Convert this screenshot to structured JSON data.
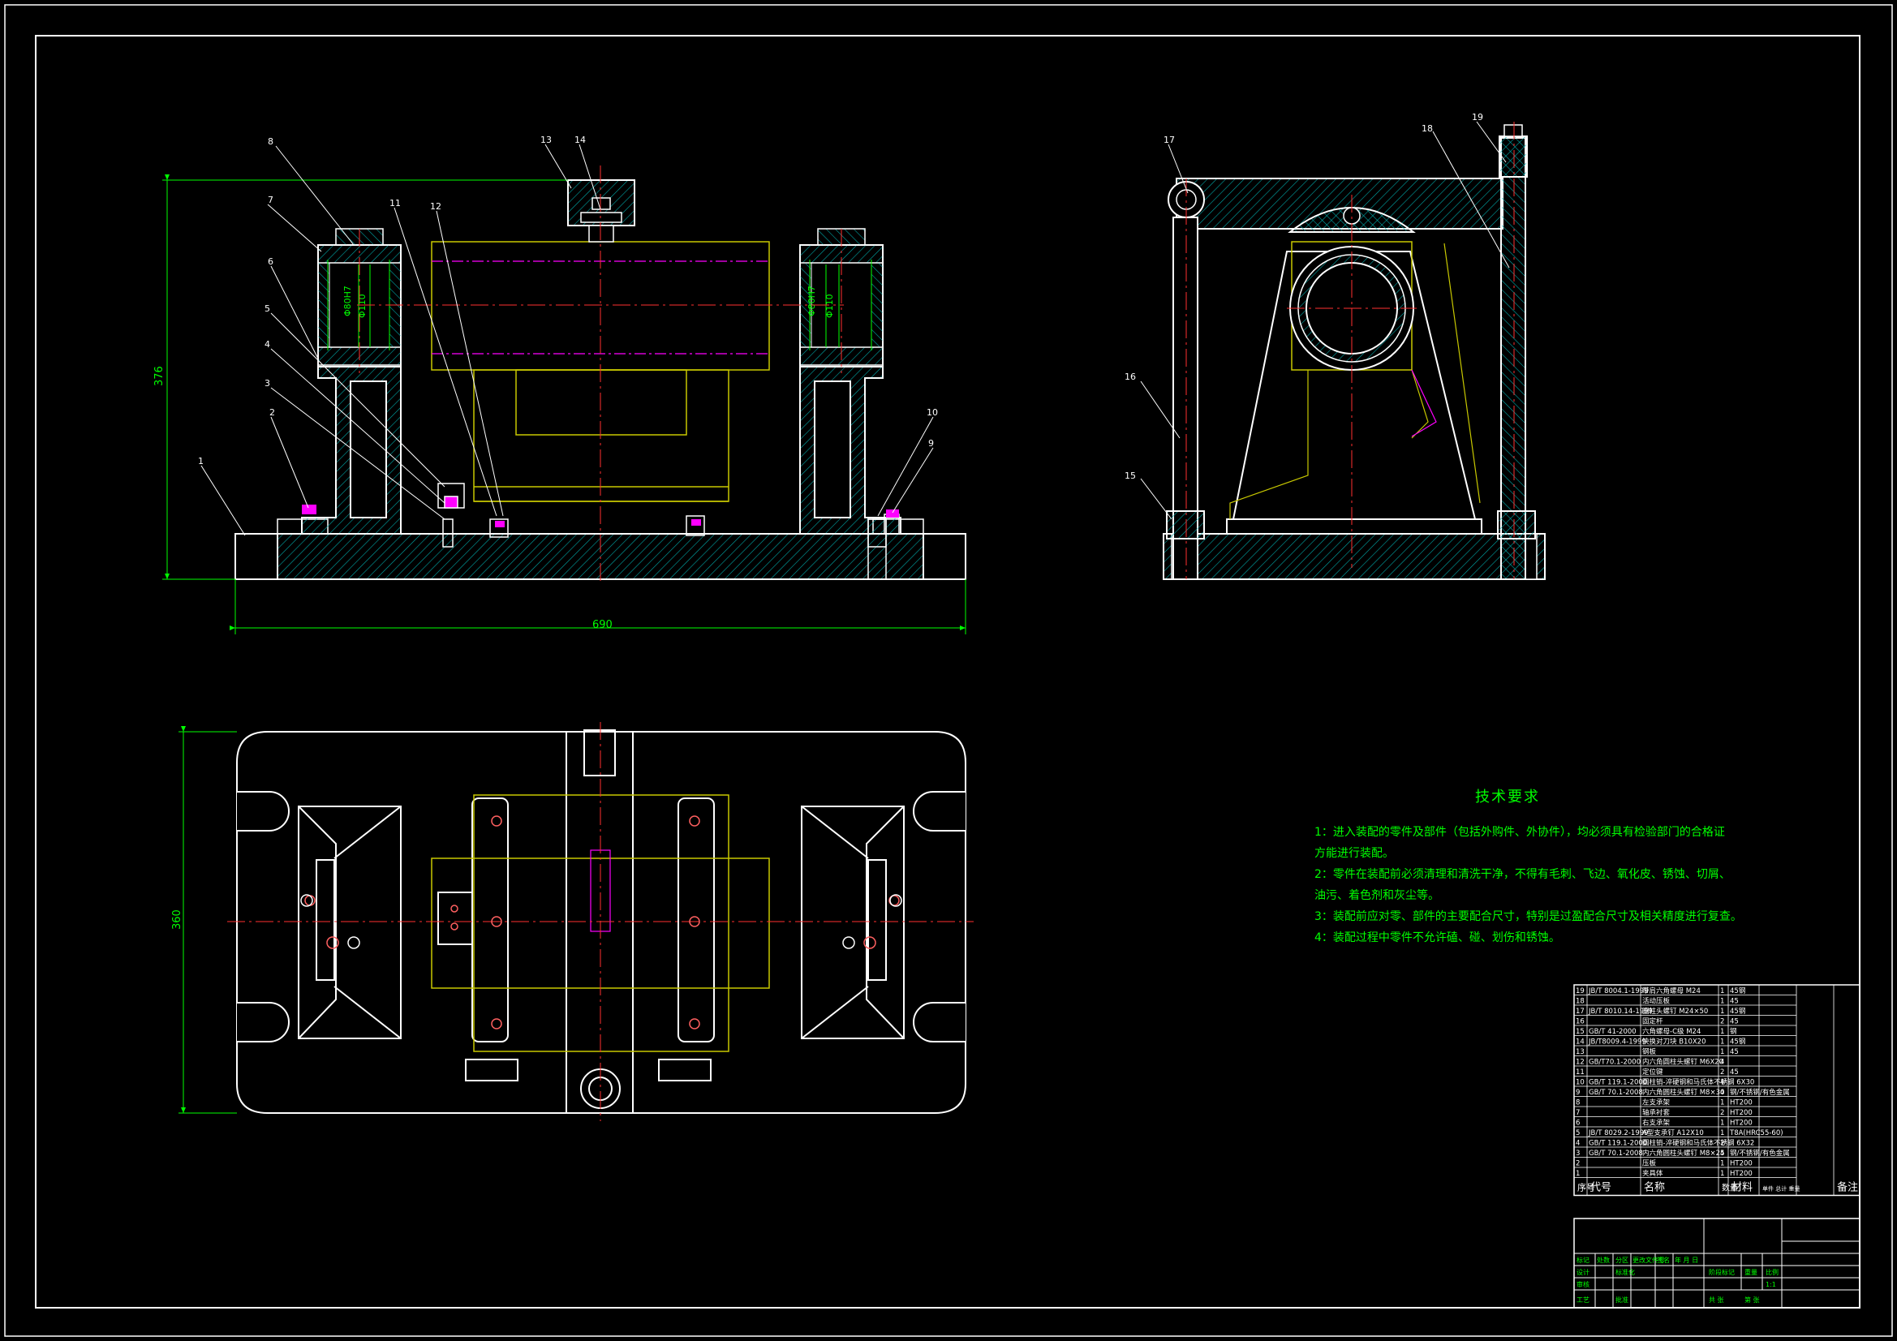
{
  "colors": {
    "background": "#000000",
    "outline": "#ffffff",
    "hatch": "#00a6a6",
    "dimension": "#00ff00",
    "centerline": "#ff3030",
    "hidden": "#c8c800",
    "phantom": "#ff00ff",
    "balloon": "#ffffff"
  },
  "front_view": {
    "dimensions": {
      "height": "376",
      "width": "690"
    },
    "inner_dims": [
      "Φ80H7",
      "Φ110",
      "Φ80H7",
      "Φ110"
    ],
    "balloons": [
      "8",
      "7",
      "6",
      "5",
      "4",
      "3",
      "2",
      "1",
      "11",
      "12",
      "13",
      "14",
      "10",
      "9"
    ]
  },
  "side_view": {
    "balloons": [
      "17",
      "18",
      "19",
      "16",
      "15"
    ]
  },
  "top_view": {
    "dimensions": {
      "height": "360"
    }
  },
  "tech_requirements": {
    "title": "技术要求",
    "lines": [
      "1：进入装配的零件及部件（包括外购件、外协件），均必须具有检验部门的合格证",
      "方能进行装配。",
      "2：零件在装配前必须清理和清洗干净，不得有毛刺、飞边、氧化皮、锈蚀、切屑、",
      "油污、着色剂和灰尘等。",
      "3：装配前应对零、部件的主要配合尺寸，特别是过盈配合尺寸及相关精度进行复查。",
      "4：装配过程中零件不允许磕、碰、划伤和锈蚀。"
    ]
  },
  "bom": {
    "rows": [
      {
        "no": "19",
        "code": "JB/T 8004.1-1999",
        "name": "带肩六角螺母 M24",
        "qty": "1",
        "material": "45钢"
      },
      {
        "no": "18",
        "code": "",
        "name": "活动压板",
        "qty": "1",
        "material": "45"
      },
      {
        "no": "17",
        "code": "JB/T 8010.14-1999",
        "name": "圆柱头螺钉 M24×50",
        "qty": "1",
        "material": "45钢"
      },
      {
        "no": "16",
        "code": "",
        "name": "固定杆",
        "qty": "2",
        "material": "45"
      },
      {
        "no": "15",
        "code": "GB/T 41-2000",
        "name": "六角螺母-C级 M24",
        "qty": "1",
        "material": "钢"
      },
      {
        "no": "14",
        "code": "JB/T8009.4-1999",
        "name": "快换对刀块 B10X20",
        "qty": "1",
        "material": "45钢"
      },
      {
        "no": "13",
        "code": "",
        "name": "钢板",
        "qty": "1",
        "material": "45"
      },
      {
        "no": "12",
        "code": "GB/T70.1-2000",
        "name": "内六角圆柱头螺钉 M6X20",
        "qty": "4",
        "material": ""
      },
      {
        "no": "11",
        "code": "",
        "name": "定位键",
        "qty": "2",
        "material": "45"
      },
      {
        "no": "10",
        "code": "GB/T 119.1-2000",
        "name": "圆柱销-淬硬钢和马氏体不锈钢 6X30",
        "qty": "4",
        "material": ""
      },
      {
        "no": "9",
        "code": "GB/T 70.1-2008",
        "name": "内六角圆柱头螺钉 M8×30",
        "qty": "4",
        "material": "钢/不锈钢/有色金属"
      },
      {
        "no": "8",
        "code": "",
        "name": "左支承架",
        "qty": "1",
        "material": "HT200"
      },
      {
        "no": "7",
        "code": "",
        "name": "轴承衬套",
        "qty": "2",
        "material": "HT200"
      },
      {
        "no": "6",
        "code": "",
        "name": "右支承架",
        "qty": "1",
        "material": "HT200"
      },
      {
        "no": "5",
        "code": "JB/T 8029.2-1999",
        "name": "A型支承钉 A12X10",
        "qty": "1",
        "material": "T8A(HRC55-60)"
      },
      {
        "no": "4",
        "code": "GB/T 119.1-2000",
        "name": "圆柱销-淬硬钢和马氏体不锈钢 6X32",
        "qty": "2",
        "material": ""
      },
      {
        "no": "3",
        "code": "GB/T 70.1-2008",
        "name": "内六角圆柱头螺钉 M8×25",
        "qty": "4",
        "material": "钢/不锈钢/有色金属"
      },
      {
        "no": "2",
        "code": "",
        "name": "压板",
        "qty": "1",
        "material": "HT200"
      },
      {
        "no": "1",
        "code": "",
        "name": "夹具体",
        "qty": "1",
        "material": "HT200"
      }
    ],
    "header": {
      "no": "序号",
      "code": "代号",
      "name": "名称",
      "qty": "数量",
      "material": "材料",
      "weight": "单件 总计 重量",
      "remark": "备注"
    }
  },
  "title_block": {
    "row1": [
      "标记",
      "处数",
      "分区",
      "更改文件号",
      "签名",
      "年 月 日"
    ],
    "row2": [
      "设计",
      "",
      "标准化",
      "",
      "阶段标记",
      "重量",
      "比例"
    ],
    "row3": [
      "审核",
      "",
      "",
      "",
      ""
    ],
    "row4": [
      "工艺",
      "",
      "批准",
      "",
      "共 张",
      "第 张"
    ],
    "scale": "1:1"
  }
}
